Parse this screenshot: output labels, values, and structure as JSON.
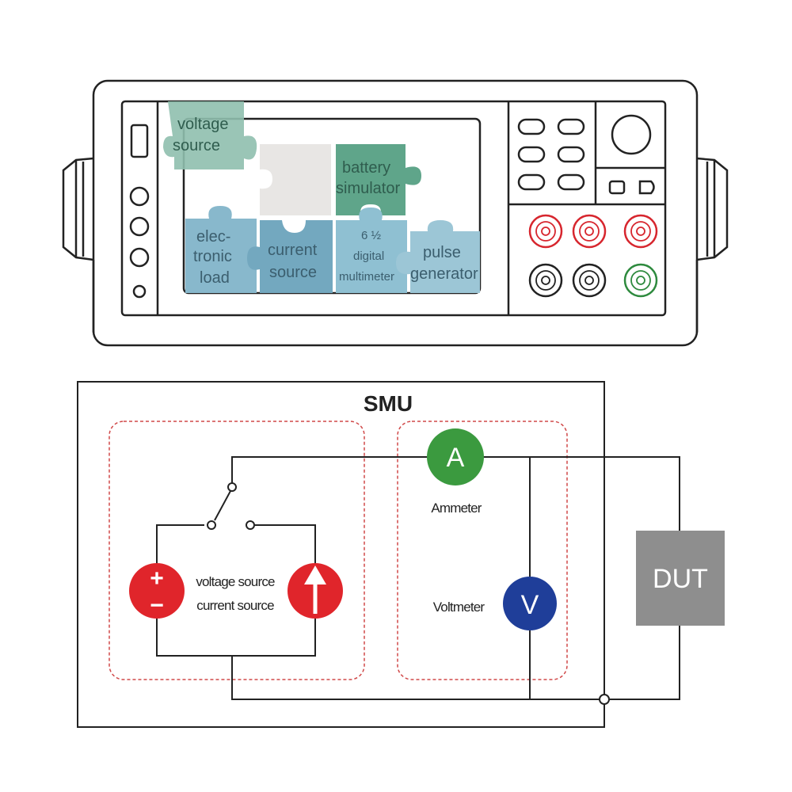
{
  "instrument": {
    "puzzles": {
      "voltage_source": [
        "voltage",
        "source"
      ],
      "battery_simulator": [
        "battery",
        "simulator"
      ],
      "electronic_load": [
        "elec-",
        "tronic",
        "load"
      ],
      "current_source": [
        "current",
        "source"
      ],
      "dmm": [
        "6 ½",
        "digital",
        "multimeter"
      ],
      "pulse_generator": [
        "pulse",
        "generator"
      ]
    },
    "terminal_colors": {
      "red": "#d7262e",
      "black": "#222222",
      "green": "#2e8a3e"
    }
  },
  "schematic": {
    "title": "SMU",
    "source_label_1": "voltage source",
    "source_label_2": "current source",
    "ammeter_symbol": "A",
    "ammeter_label": "Ammeter",
    "voltmeter_symbol": "V",
    "voltmeter_label": "Voltmeter",
    "dut_label": "DUT",
    "plus_sign": "+",
    "minus_sign": "−",
    "colors": {
      "source_red": "#e0252b",
      "ammeter_green": "#3b9a3f",
      "voltmeter_blue": "#1f3e99",
      "dut_gray": "#8e8e8e",
      "dashed_red": "#d04848"
    }
  }
}
